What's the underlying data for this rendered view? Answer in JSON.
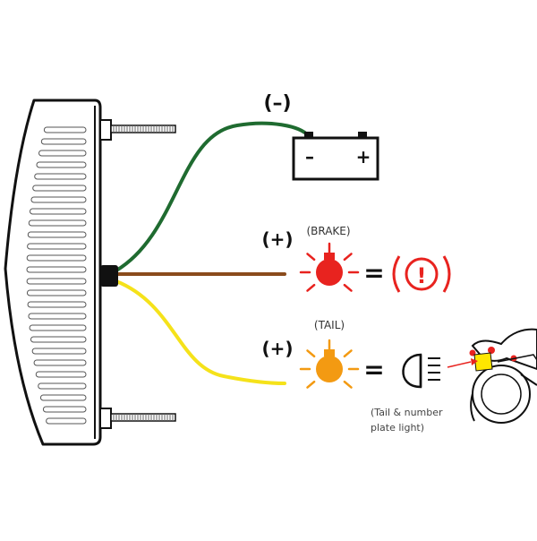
{
  "labels": {
    "negative": "(–)",
    "brake_sign": "(+)",
    "brake_label": "(BRAKE)",
    "tail_sign": "(+)",
    "tail_label": "(TAIL)",
    "equals_brake": "=",
    "equals_tail": "=",
    "warning_glyph": "!",
    "battery_minus": "–",
    "battery_plus": "+",
    "tail_note_line1": "(Tail & number",
    "tail_note_line2": "plate light)"
  },
  "icons": {
    "brake_lamp": "lamp-bulb-icon",
    "warning": "brake-warning-icon",
    "tail_lamp": "lamp-bulb-icon",
    "headlight": "lamp-indicator-icon",
    "battery": "battery-icon",
    "motorcycle": "motorcycle-icon"
  },
  "colors": {
    "ground_wire": "#1f6b30",
    "brake_wire": "#8a4b1c",
    "tail_wire": "#f5e21a",
    "brake_red": "#e8231f",
    "tail_orange": "#f39a12",
    "outline": "#111111",
    "plate_yellow": "#ffe600"
  }
}
